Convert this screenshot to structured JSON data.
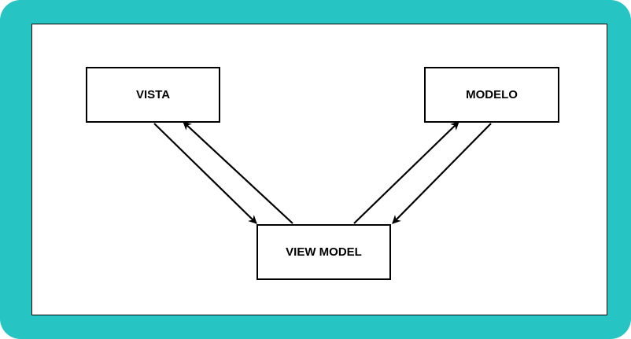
{
  "diagram": {
    "nodes": {
      "vista": "VISTA",
      "modelo": "MODELO",
      "view_model": "VIEW MODEL"
    },
    "edges": [
      {
        "from": "VISTA",
        "to": "VIEW MODEL"
      },
      {
        "from": "VIEW MODEL",
        "to": "VISTA"
      },
      {
        "from": "VIEW MODEL",
        "to": "MODELO"
      },
      {
        "from": "MODELO",
        "to": "VIEW MODEL"
      }
    ]
  },
  "colors": {
    "frame": "#27c4c4",
    "canvas": "#ffffff",
    "stroke": "#000000"
  }
}
